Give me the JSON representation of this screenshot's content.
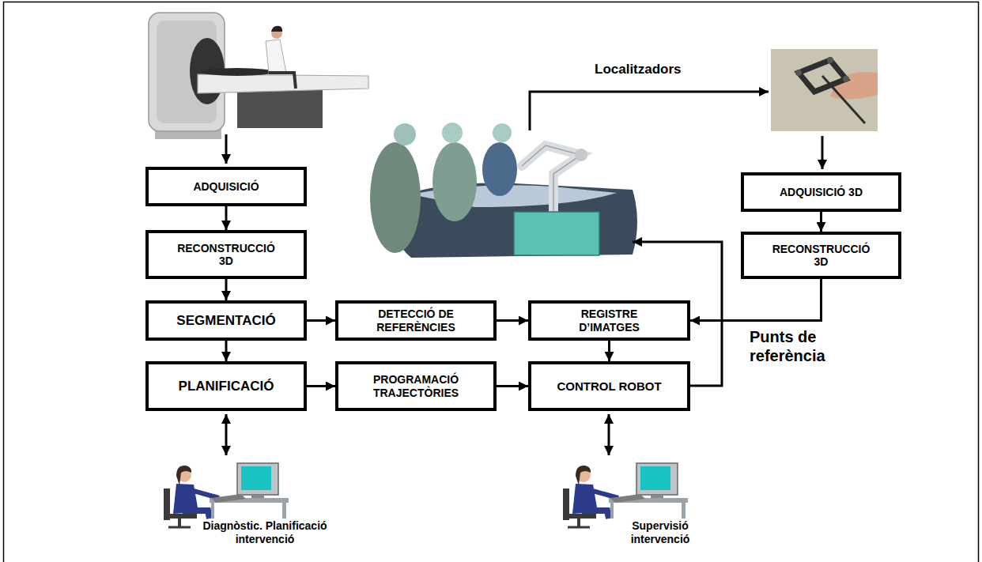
{
  "diagram": {
    "nodes": [
      {
        "text": [
          "ADQUISICIÓ"
        ]
      },
      {
        "text": [
          "RECONSTRUCCIÓ 3D"
        ]
      },
      {
        "text": [
          "SEGMENTACIÓ"
        ]
      },
      {
        "text": [
          "PLANIFICACIÓ"
        ]
      },
      {
        "text": [
          "DETECCIÓ DE REFERÈNCIES"
        ]
      },
      {
        "text": [
          "PROGRAMACIÓ TRAJECTÒRIES"
        ]
      },
      {
        "text": [
          "REGISTRE D’IMATGES"
        ]
      },
      {
        "text": [
          "CONTROL ROBOT"
        ]
      },
      {
        "text": [
          "ADQUISICIÓ 3D"
        ]
      },
      {
        "text": [
          "RECONSTRUCCIÓ 3D"
        ]
      }
    ],
    "edges": [
      {
        "from": 0,
        "to": 1,
        "arrow": "to"
      },
      {
        "from": 1,
        "to": 2,
        "arrow": "to"
      },
      {
        "from": 2,
        "to": 3,
        "arrow": "to"
      },
      {
        "from": 2,
        "to": 4,
        "arrow": "to"
      },
      {
        "from": 4,
        "to": 6,
        "arrow": "to"
      },
      {
        "from": 3,
        "to": 5,
        "arrow": "to"
      },
      {
        "from": 5,
        "to": 7,
        "arrow": "to"
      },
      {
        "from": 6,
        "to": 7,
        "arrow": "to"
      },
      {
        "from": 8,
        "to": 9,
        "arrow": "to"
      },
      {
        "from": 9,
        "to": 6,
        "arrow": "to"
      }
    ],
    "labels": [
      "Localitzadors",
      "Punts de referència",
      "Diagnòstic. Planificació intervenció",
      "Supervisió intervenció"
    ]
  }
}
